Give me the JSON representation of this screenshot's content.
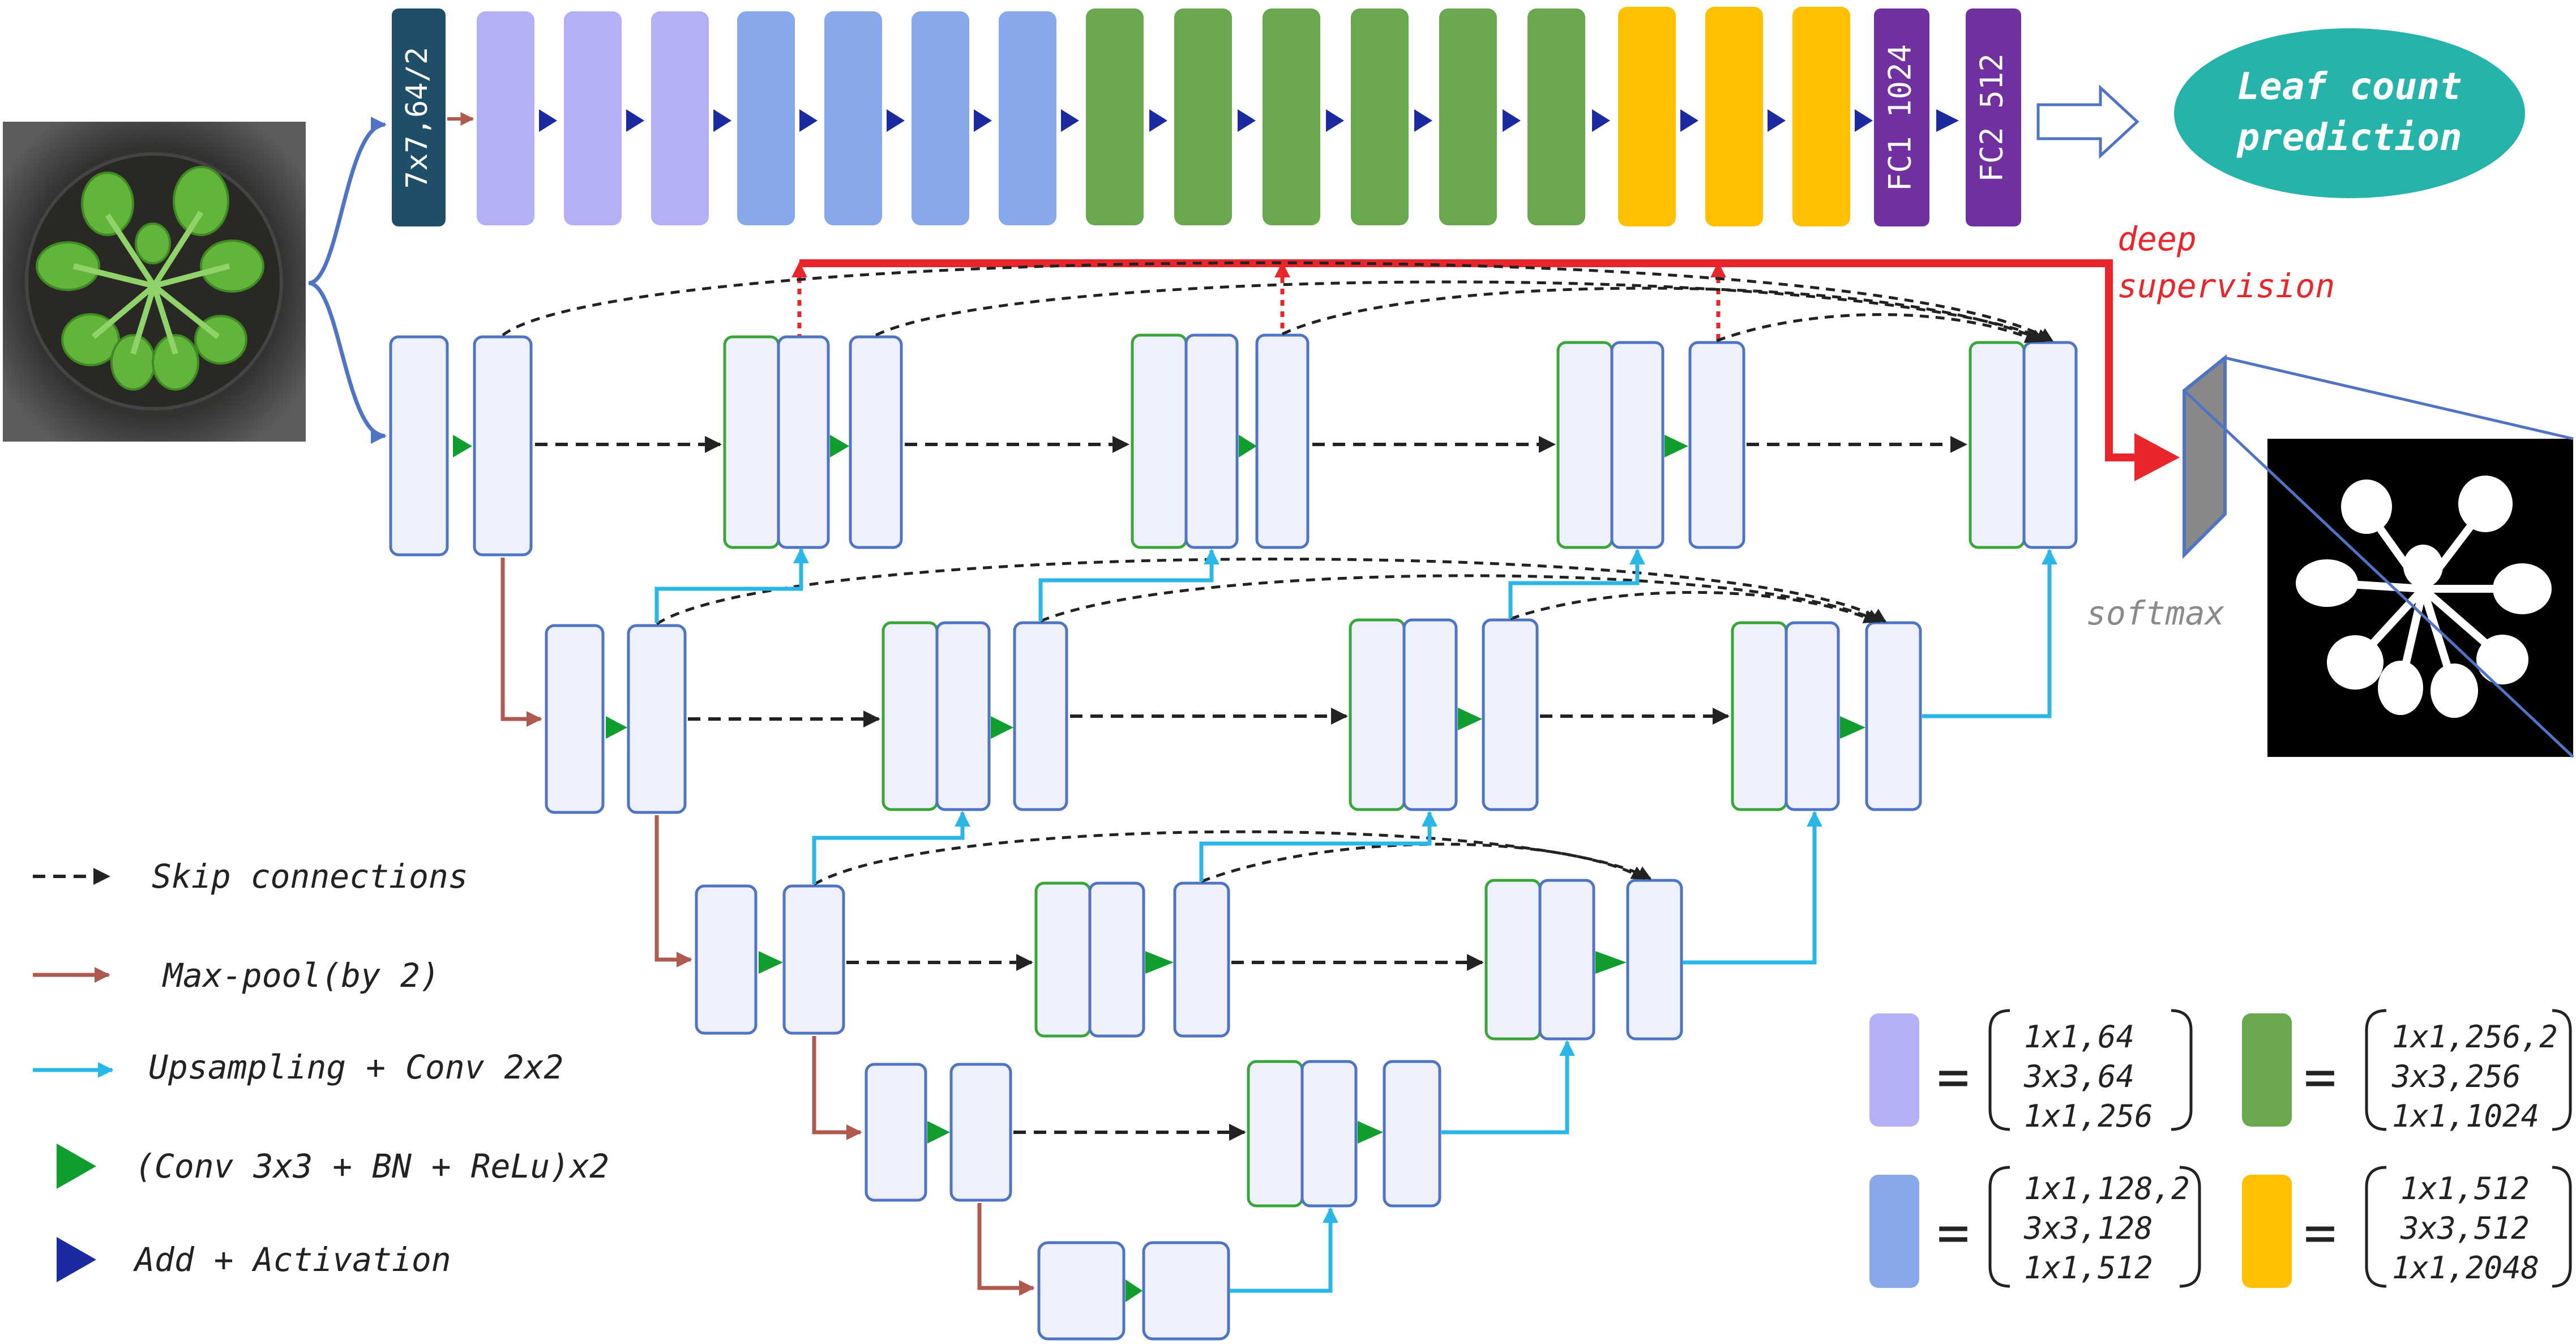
{
  "stem_block": {
    "label": "7x7,64/2",
    "color": "#1f4e69"
  },
  "fc_blocks": [
    {
      "label": "FC1 1024",
      "color": "#7030a0"
    },
    {
      "label": "FC2 512",
      "color": "#7030a0"
    }
  ],
  "output": {
    "title_line1": "Leaf count",
    "title_line2": "prediction",
    "color": "#26b3aa"
  },
  "deep_supervision": {
    "line1": "deep",
    "line2": "supervision",
    "color": "#e8262b"
  },
  "softmax_label": "softmax",
  "legend": {
    "skip": "Skip connections",
    "maxpool": "Max-pool(by 2)",
    "upsampling": "Upsampling + Conv 2x2",
    "conv": "(Conv 3x3 + BN + ReLu)x2",
    "add": "Add + Activation"
  },
  "block_key": {
    "equals": "=",
    "lavender": {
      "color": "#b4b0f5",
      "line1": "1x1,64",
      "line2": "3x3,64",
      "line3": "1x1,256"
    },
    "blue": {
      "color": "#88a8ec",
      "line1": "1x1,128,2",
      "line2": "3x3,128",
      "line3": "1x1,512"
    },
    "green": {
      "color": "#6aa84f",
      "line1": "1x1,256,2",
      "line2": "3x3,256",
      "line3": "1x1,1024"
    },
    "yellow": {
      "color": "#ffc000",
      "line1": "1x1,512",
      "line2": "3x3,512",
      "line3": "1x1,2048"
    }
  },
  "colors": {
    "node_fill": "#eef0fb",
    "node_stroke": "#4f74c4",
    "concat_stroke": "#3aa63a",
    "maxpool_arrow": "#b05a4f",
    "upsample_arrow": "#29b6e8",
    "conv_triangle": "#119e2e",
    "add_triangle": "#1c2aa0",
    "skip_arrow": "#222222"
  }
}
